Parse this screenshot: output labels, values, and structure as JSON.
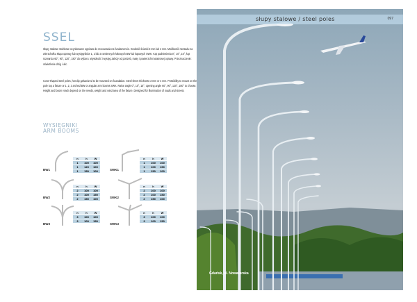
{
  "header": {
    "section": "słupy stalowe / steel poles",
    "page_number": "097"
  },
  "product": {
    "title": "SSEL",
    "description_pl": "Słupy stalowe stożkowe ocynkowane ogniowo do mocowania na fundamencie. Grubość ścianki 3 mm lub 4 mm. Możliwość montażu na wierzchołku słupa oprawy lub wysięgników 1, 2 lub 3 ramiennych łukowych BW lub kątowych SWK. Kąt podniesienia 0°, 10°, 15°, kąt rozwarcia 60°, 90°, 120°, 180° do wyboru. Wysokość i wysięg zależy od potrzeb, masy i powierzchni wiatrowej oprawy. Przeznaczenie: oświetlenie dróg i ulic.",
    "description_en": "Cone-shaped steel poles, hot-dip galvanized to be mounted on foundation. Steel sheet thickness 3 mm or 4 mm. Possibility to mount on the pole top a fixture or 1, 2, 3 arched BW or angular arm booms SWK. Raise angle 0°, 10°, 15°, opening angle 60°, 90°, 120°, 180° to choose. Height and boom reach depend on the needs, weight and wind area of the fixture. Designed for illumination of roads and streets."
  },
  "arms_heading": {
    "line1": "WYSIĘGNIKI",
    "line2": "ARM BOOMS"
  },
  "table_headers": [
    "n",
    "h",
    "W"
  ],
  "arms": [
    {
      "label": "BW1",
      "rows": [
        [
          "1",
          "100",
          "100"
        ],
        [
          "1",
          "120",
          "100"
        ],
        [
          "1",
          "150",
          "100"
        ]
      ]
    },
    {
      "label": "SWK1",
      "rows": [
        [
          "1",
          "100",
          "100"
        ],
        [
          "1",
          "100",
          "150"
        ],
        [
          "1",
          "150",
          "100"
        ]
      ]
    },
    {
      "label": "BW2",
      "rows": [
        [
          "2",
          "100",
          "100"
        ],
        [
          "2",
          "100",
          "150"
        ],
        [
          "2",
          "150",
          "100"
        ]
      ]
    },
    {
      "label": "SWK2",
      "rows": [
        [
          "2",
          "100",
          "100"
        ],
        [
          "2",
          "100",
          "150"
        ],
        [
          "2",
          "150",
          "100"
        ]
      ]
    },
    {
      "label": "BW3",
      "rows": [
        [
          "3",
          "100",
          "100"
        ],
        [
          "3",
          "100",
          "150"
        ]
      ]
    },
    {
      "label": "SWK3",
      "rows": [
        [
          "3",
          "100",
          "100"
        ],
        [
          "3",
          "100",
          "150"
        ]
      ]
    }
  ],
  "photo": {
    "caption": "Gdańsk, ul. Nowatorska"
  }
}
